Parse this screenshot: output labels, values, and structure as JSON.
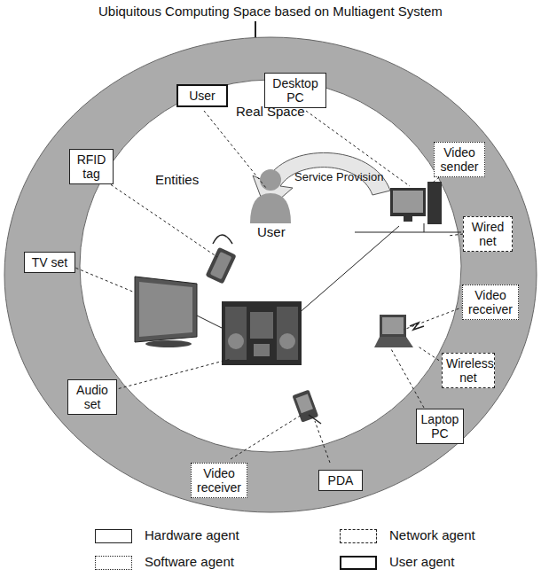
{
  "diagram": {
    "title": "Ubiquitous Computing Space based on Multiagent System",
    "nodes": [
      {
        "text": [
          "User"
        ]
      },
      {
        "text": [
          "Desktop PC"
        ]
      },
      {
        "text": [
          "RFID tag"
        ]
      },
      {
        "text": [
          "Video sender"
        ]
      },
      {
        "text": [
          "Wired net"
        ]
      },
      {
        "text": [
          "TV set"
        ]
      },
      {
        "text": [
          "Video receiver"
        ]
      },
      {
        "text": [
          "Wireless net"
        ]
      },
      {
        "text": [
          "Audio set"
        ]
      },
      {
        "text": [
          "Laptop PC"
        ]
      },
      {
        "text": [
          "Video receiver"
        ]
      },
      {
        "text": [
          "PDA"
        ]
      }
    ],
    "labels": [
      "Real Space",
      "Entities",
      "Service Provision",
      "User"
    ],
    "legend": [
      {
        "text": "Hardware agent"
      },
      {
        "text": "Network agent"
      },
      {
        "text": "Software agent"
      },
      {
        "text": "User agent"
      }
    ]
  }
}
